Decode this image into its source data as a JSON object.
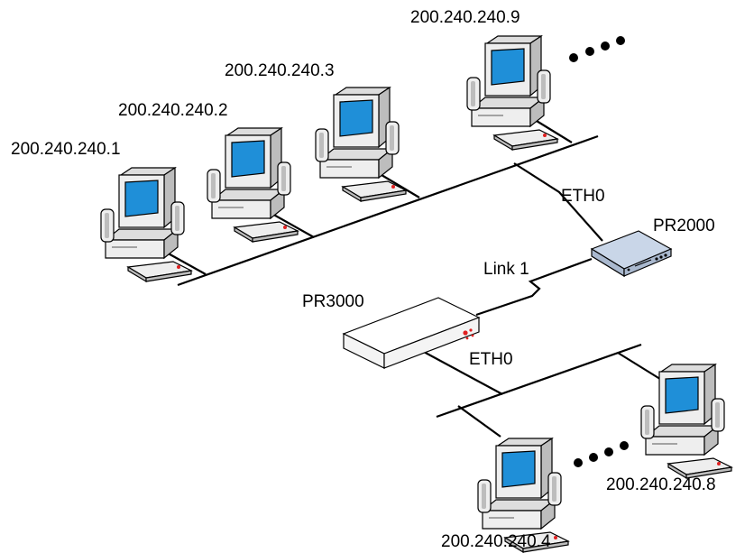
{
  "labels": {
    "pc1": "200.240.240.1",
    "pc2": "200.240.240.2",
    "pc3": "200.240.240.3",
    "pc9": "200.240.240.9",
    "pc4": "200.240.240.4",
    "pc8": "200.240.240.8",
    "eth0_top": "ETH0",
    "eth0_bottom": "ETH0",
    "router_pr2000": "PR2000",
    "router_pr3000": "PR3000",
    "link": "Link 1"
  },
  "colors": {
    "screen": "#1f8fd8",
    "computer_body": "#eeeeee",
    "computer_shadow": "#bdbdbd",
    "pr2000_body": "#c9d6e8",
    "pr3000_body": "#ffffff",
    "led_red": "#e02020"
  }
}
